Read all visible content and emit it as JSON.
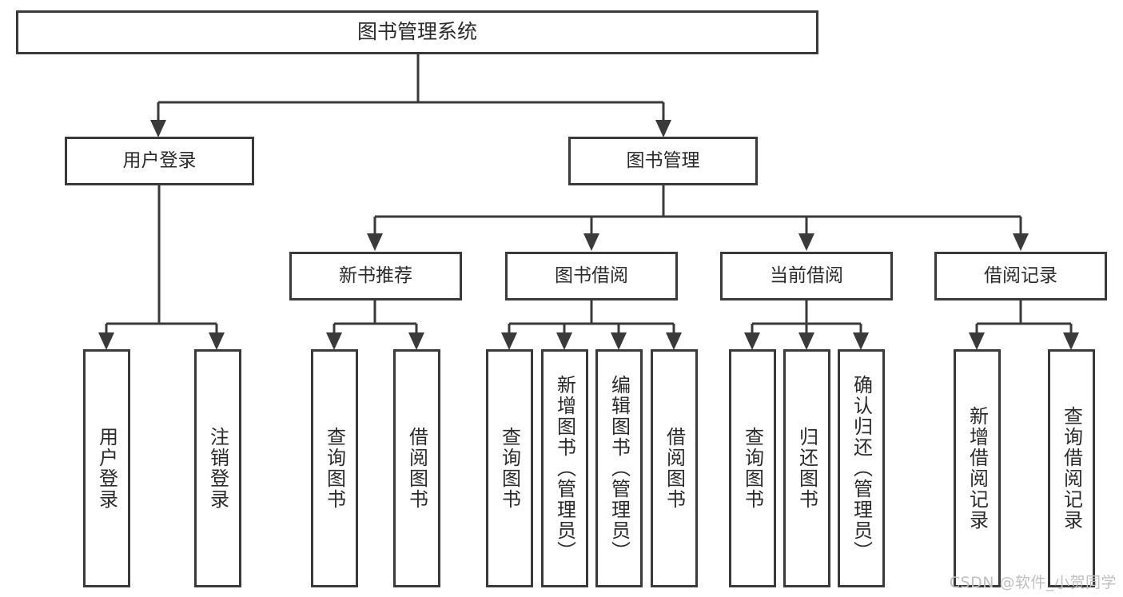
{
  "diagram": {
    "title": "图书管理系统",
    "type": "tree",
    "watermark": "CSDN @软件_小贺同学",
    "colors": {
      "stroke": "#3a3a3a",
      "fill": "#ffffff",
      "text": "#2b2b2b",
      "watermark": "#bfbfbf"
    },
    "nodes": {
      "root": {
        "label": "图书管理系统"
      },
      "level2": [
        {
          "label": "用户登录"
        },
        {
          "label": "图书管理"
        }
      ],
      "level3": [
        {
          "label": "新书推荐"
        },
        {
          "label": "图书借阅"
        },
        {
          "label": "当前借阅"
        },
        {
          "label": "借阅记录"
        }
      ],
      "leaves": [
        {
          "label": "用户登录"
        },
        {
          "label": "注销登录"
        },
        {
          "label": "查询图书"
        },
        {
          "label": "借阅图书"
        },
        {
          "label": "查询图书"
        },
        {
          "label": "新增图书（管理员）"
        },
        {
          "label": "编辑图书（管理员）"
        },
        {
          "label": "借阅图书"
        },
        {
          "label": "查询图书"
        },
        {
          "label": "归还图书"
        },
        {
          "label": "确认归还（管理员）"
        },
        {
          "label": "新增借阅记录"
        },
        {
          "label": "查询借阅记录"
        }
      ]
    }
  }
}
